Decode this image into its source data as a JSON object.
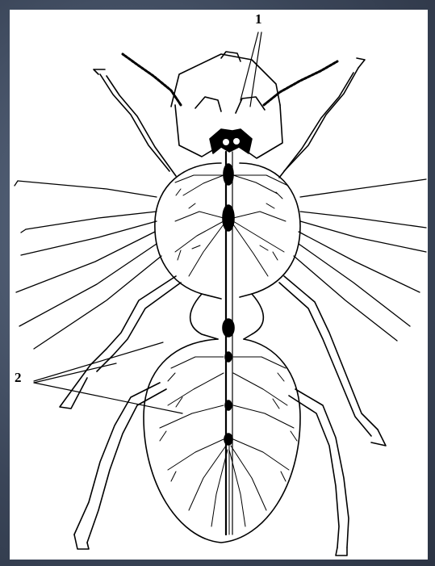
{
  "figure": {
    "callouts": [
      {
        "id": "1",
        "text": "1"
      },
      {
        "id": "2",
        "text": "2"
      }
    ],
    "colors": {
      "ink": "#000000",
      "paper": "#ffffff",
      "frame": "#3a4558"
    }
  }
}
